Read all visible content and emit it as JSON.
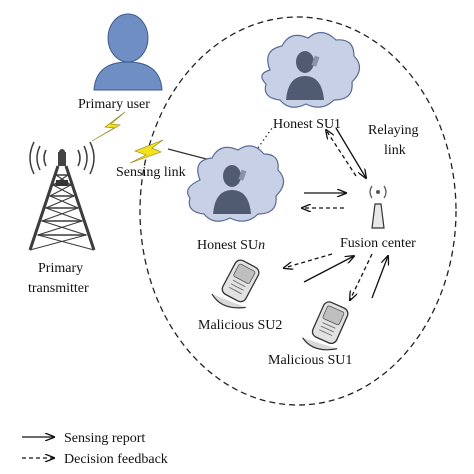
{
  "labels": {
    "primary_user": "Primary user",
    "sensing_link": "Sensing link",
    "primary_transmitter_line1": "Primary",
    "primary_transmitter_line2": "transmitter",
    "honest_su1": "Honest SU1",
    "honest_sun_prefix": "Honest SU",
    "honest_sun_suffix": "n",
    "relaying_link_line1": "Relaying",
    "relaying_link_line2": "link",
    "fusion_center": "Fusion center",
    "malicious_su2": "Malicious SU2",
    "malicious_su1": "Malicious SU1"
  },
  "legend": {
    "sensing_report": "Sensing report",
    "decision_feedback": "Decision feedback"
  },
  "colors": {
    "person_blue": "#6f8fc4",
    "cloud_fill": "#c8d0e6",
    "cloud_stroke": "#5a6a98",
    "lightning_yellow": "#f2e21a",
    "tower_gray": "#3c3c3c"
  },
  "icons": [
    "person-icon",
    "lightning-icon",
    "transmission-tower-icon",
    "cloud-user-icon",
    "antenna-icon",
    "phone-icon"
  ]
}
